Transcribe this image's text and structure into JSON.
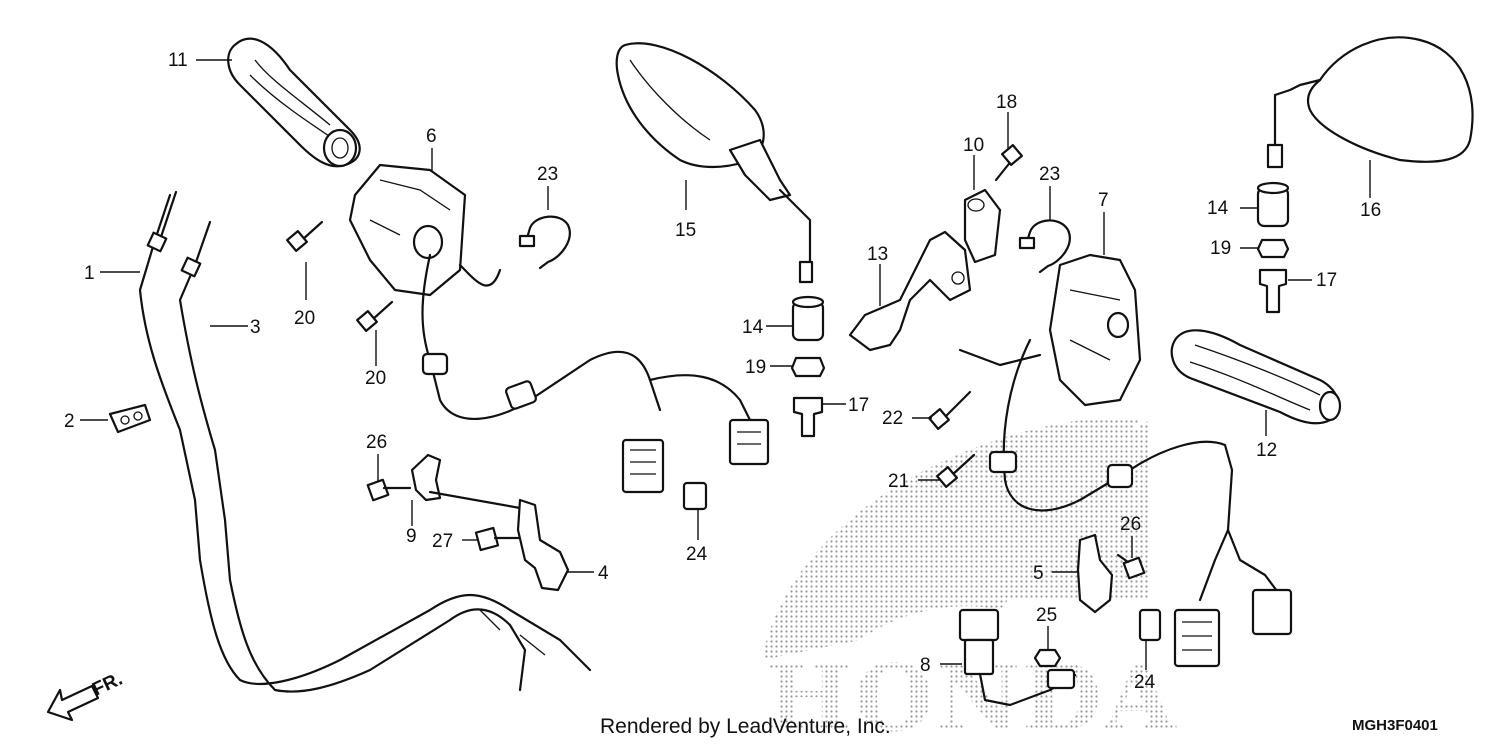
{
  "callouts": [
    "1",
    "2",
    "3",
    "4",
    "5",
    "6",
    "7",
    "8",
    "9",
    "10",
    "11",
    "12",
    "13",
    "14",
    "14",
    "15",
    "16",
    "17",
    "17",
    "18",
    "19",
    "19",
    "20",
    "20",
    "21",
    "22",
    "23",
    "23",
    "24",
    "24",
    "25",
    "26",
    "26",
    "27"
  ],
  "watermark": {
    "brand": "HONDA"
  },
  "direction": {
    "label": "FR."
  },
  "footer": {
    "credit": "Rendered by LeadVenture, Inc.",
    "diagram_code": "MGH3F0401"
  }
}
